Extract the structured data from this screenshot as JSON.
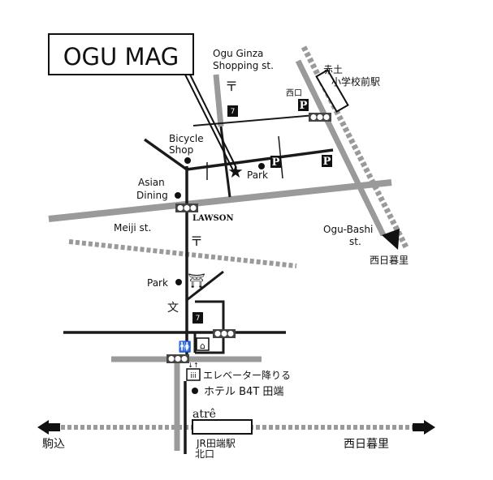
{
  "title_box": "OGU MAG",
  "streets": {
    "ogu_ginza_1": "Ogu Ginza",
    "ogu_ginza_2": "Shopping st.",
    "meiji": "Meiji st.",
    "ogu_bashi_1": "Ogu-Bashi",
    "ogu_bashi_2": "st."
  },
  "places": {
    "bicycle_1": "Bicycle",
    "bicycle_2": "Shop",
    "asian_1": "Asian",
    "asian_2": "Dining",
    "park_top": "Park",
    "park_mid": "Park",
    "lawson": "LAWSON",
    "akado_1": "赤土",
    "akado_2": "小学校前駅",
    "nishiguchi": "西口",
    "school": "文",
    "elevator": "エレベーター降りる",
    "hotel": "ホテル B4T 田端",
    "atre": "atrê",
    "station_1": "JR田端駅",
    "station_2": "北口"
  },
  "directions": {
    "nippori_right_top": "西日暮里",
    "komagome": "駒込",
    "nippori_bottom": "西日暮里"
  },
  "colors": {
    "road_gray": "#9a9a9a",
    "road_black": "#1a1a1a"
  }
}
